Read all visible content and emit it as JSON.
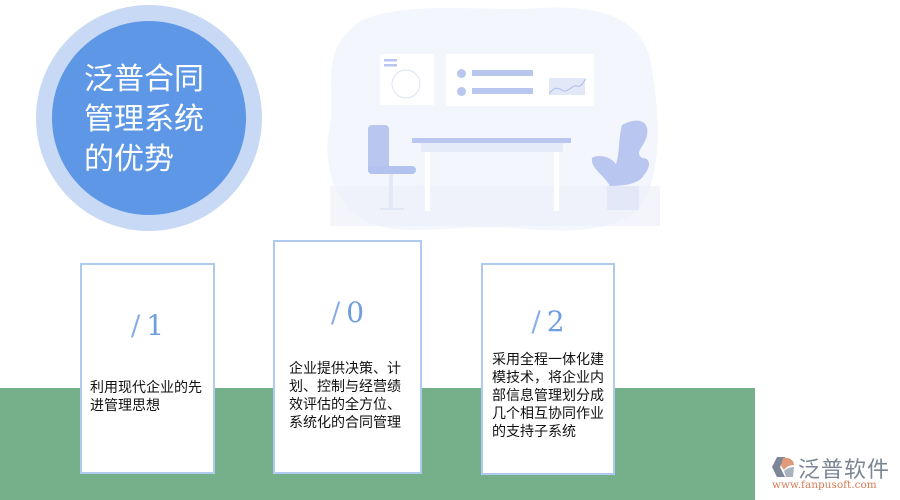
{
  "title": {
    "lines": [
      "泛普合同",
      "管理系统",
      "的优势"
    ]
  },
  "cards": [
    {
      "number": "1",
      "slash": "/",
      "text": "利用现代企业的先进管理思想"
    },
    {
      "number": "0",
      "slash": "/",
      "text": "企业提供决策、计划、控制与经营绩效评估的全方位、系统化的合同管理"
    },
    {
      "number": "2",
      "slash": "/",
      "text": "采用全程一体化建模技术，将企业内部信息管理划分成几个相互协同作业的支持子系统"
    }
  ],
  "logo": {
    "name": "泛普软件",
    "url": "www.fanpusoft.com"
  },
  "colors": {
    "circle_inner": "#5e97e6",
    "circle_outer": "#c7d9f4",
    "green_band": "#76b08a",
    "card_border": "#aecbef",
    "number": "#6d9ee0",
    "logo_text": "#7a8595",
    "logo_url": "#d77c55"
  }
}
